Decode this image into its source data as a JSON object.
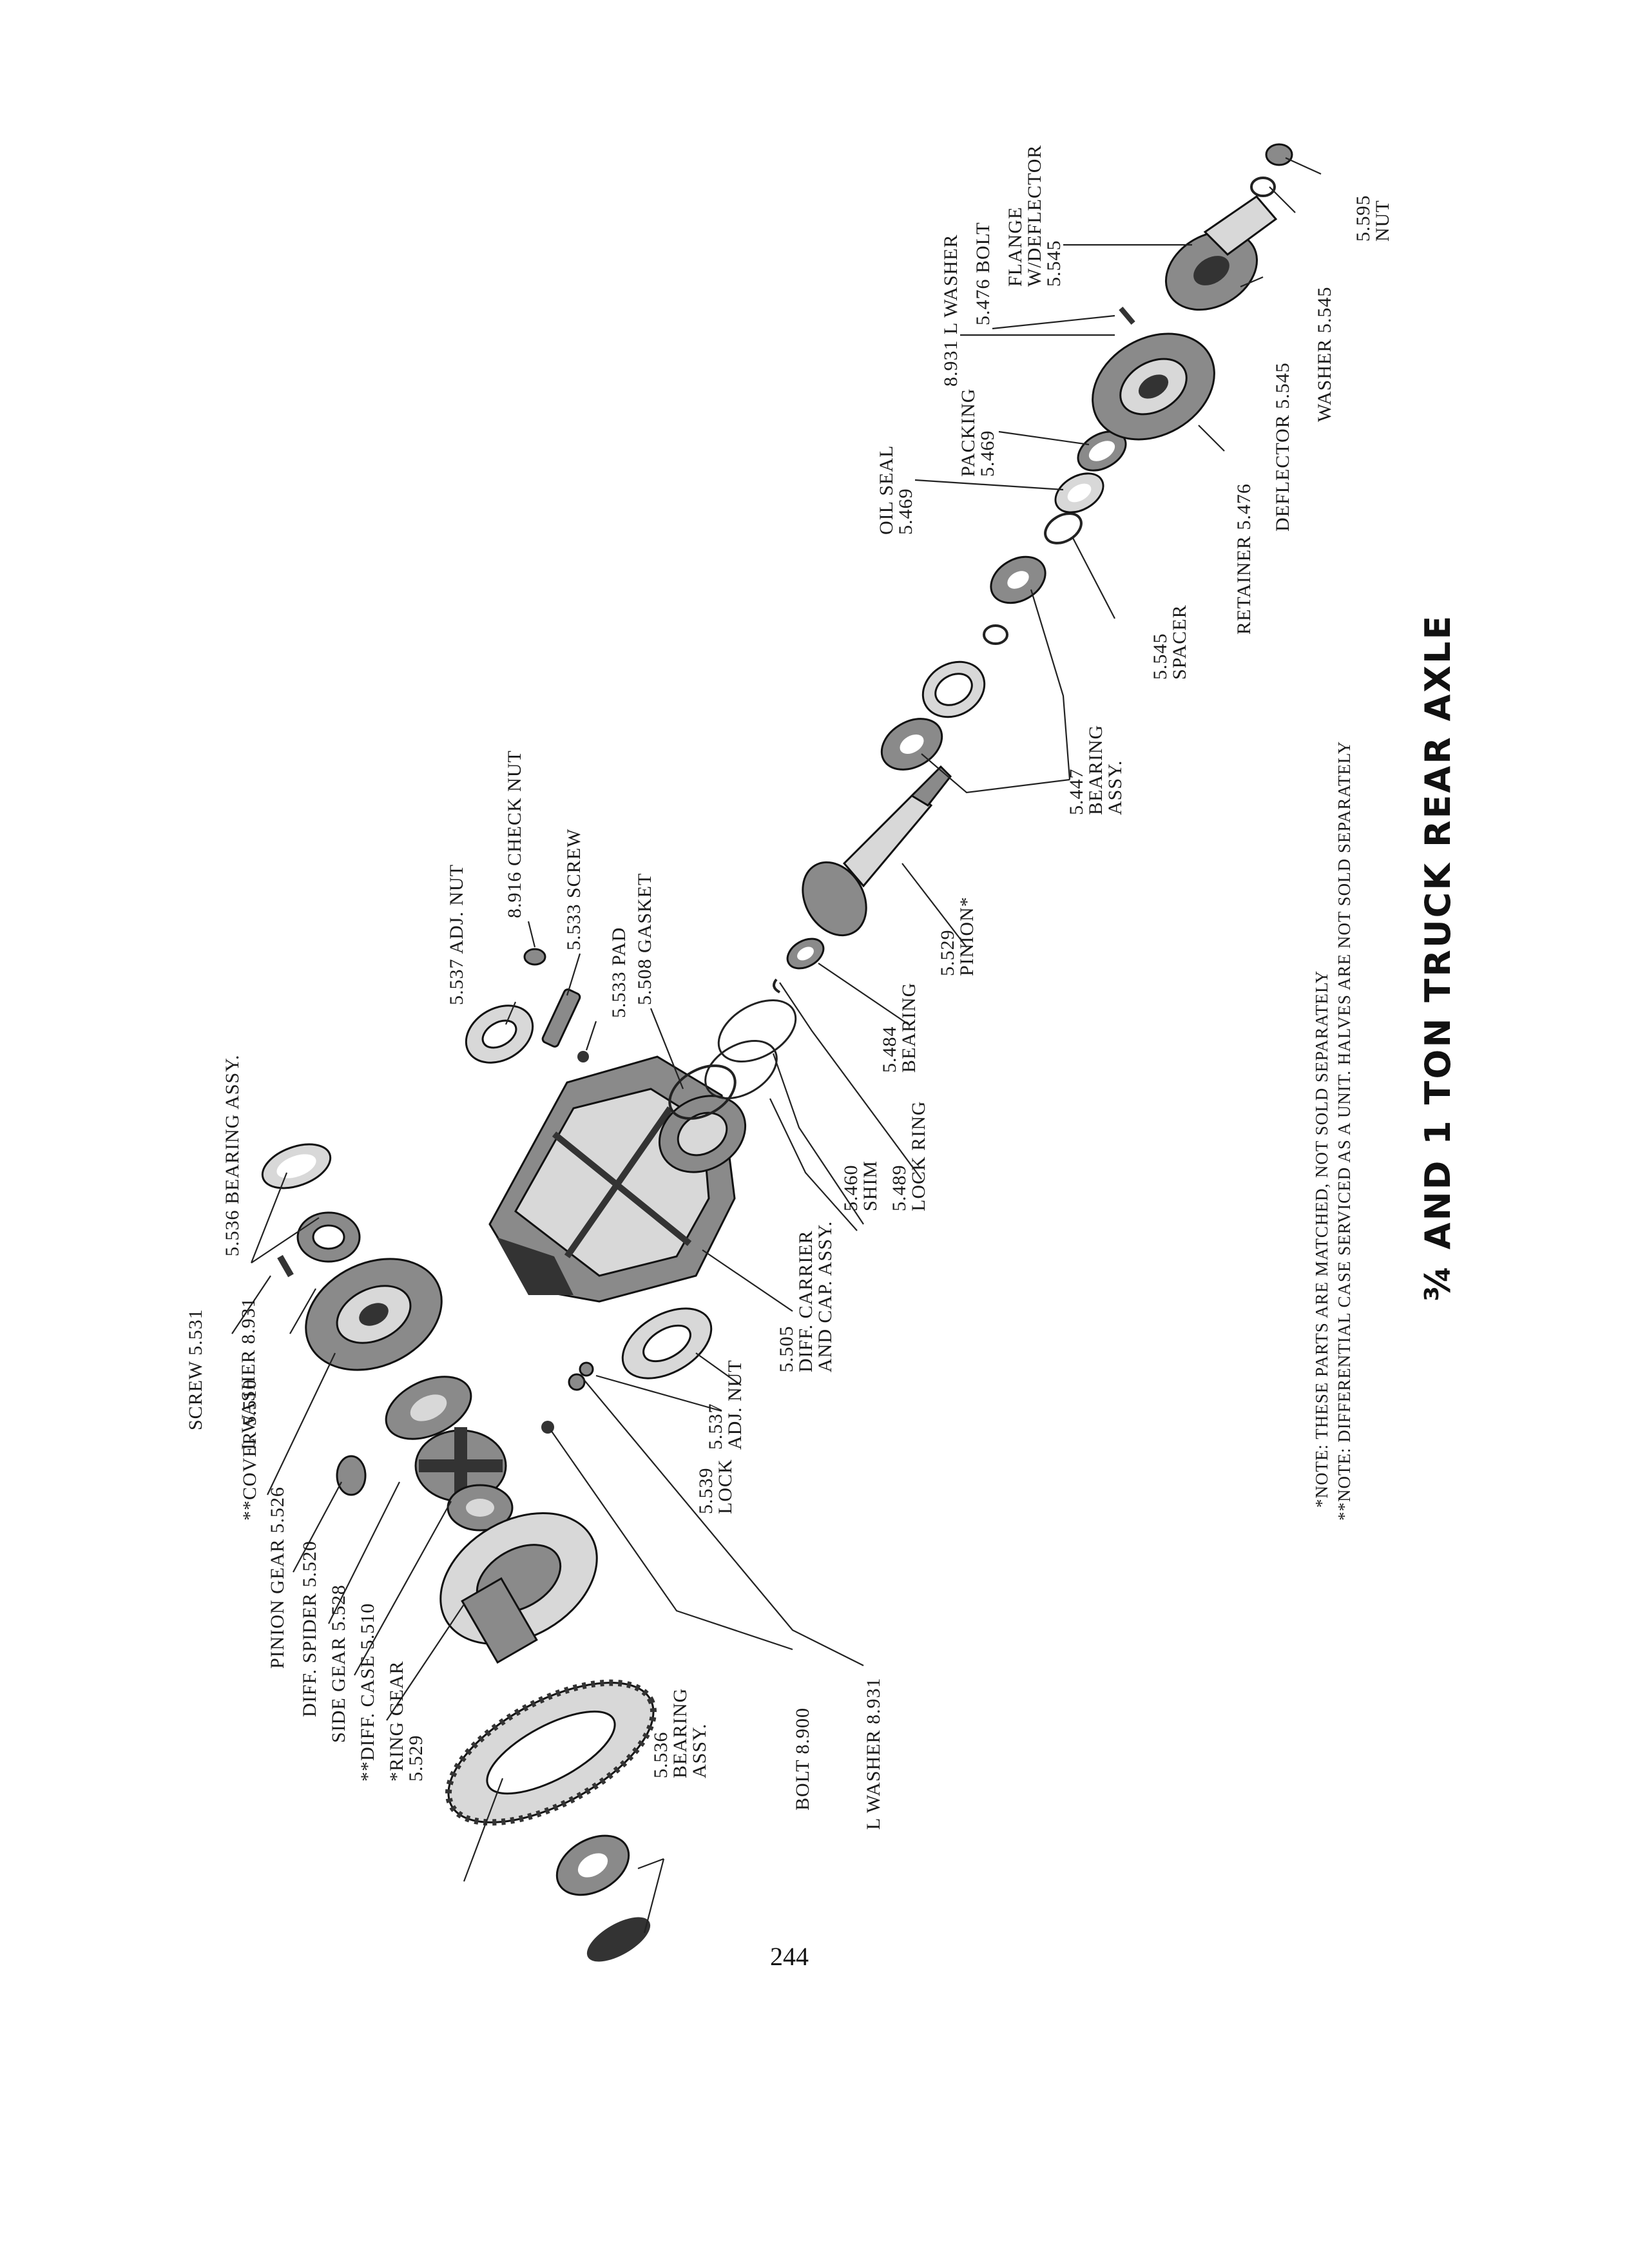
{
  "page": {
    "title": "¾ AND 1 TON TRUCK REAR AXLE",
    "page_number": "244",
    "notes": [
      "*NOTE: THESE PARTS ARE MATCHED, NOT SOLD SEPARATELY",
      "**NOTE: DIFFERENTIAL CASE SERVICED AS A UNIT. HALVES ARE NOT SOLD SEPARATELY"
    ]
  },
  "labels": {
    "screw_bearing_assy": "SCREW 5.531",
    "bearing_assy_top": [
      "5.536  BEARING ASSY."
    ],
    "l_washer_top": "L WASHER 8.931",
    "cover": "**COVER 5.510",
    "pinion_gear": "PINION GEAR 5.526",
    "diff_spider": "DIFF. SPIDER 5.520",
    "side_gear": "SIDE GEAR 5.528",
    "diff_case": "**DIFF. CASE 5.510",
    "ring_gear": [
      "*RING GEAR",
      "5.529"
    ],
    "bearing_assy_bottom": [
      "5.536",
      "BEARING",
      "ASSY."
    ],
    "bolt": "BOLT 8.900",
    "l_washer_bottom": "L WASHER 8.931",
    "lock": [
      "5.539",
      "LOCK"
    ],
    "adj_nut_bottom": [
      "5.537",
      "ADJ. NUT"
    ],
    "diff_carrier": [
      "5.505",
      "DIFF. CARRIER",
      "AND CAP. ASSY."
    ],
    "adj_nut_top": "5.537 ADJ. NUT",
    "check_nut": "8.916 CHECK NUT",
    "screw": "5.533 SCREW",
    "pad": "5.533 PAD",
    "gasket": "5.508 GASKET",
    "shim": [
      "5.460",
      "SHIM"
    ],
    "lock_ring": [
      "5.489",
      "LOCK RING"
    ],
    "bearing_484": [
      "5.484",
      "BEARING"
    ],
    "pinion": [
      "5.529",
      "PINION*"
    ],
    "bearing_assy_447": [
      "5.447",
      "BEARING",
      "ASSY."
    ],
    "spacer": [
      "5.545",
      "SPACER"
    ],
    "oil_seal": [
      "OIL SEAL",
      "5.469"
    ],
    "packing": [
      "PACKING",
      "5.469"
    ],
    "l_washer_right": "8.931 L WASHER",
    "bolt_476": "5.476 BOLT",
    "flange": [
      "FLANGE",
      "W/DEFLECTOR",
      "5.545"
    ],
    "retainer": "RETAINER 5.476",
    "deflector": "DEFLECTOR 5.545",
    "washer": "WASHER 5.545",
    "nut": [
      "5.595",
      "NUT"
    ]
  }
}
